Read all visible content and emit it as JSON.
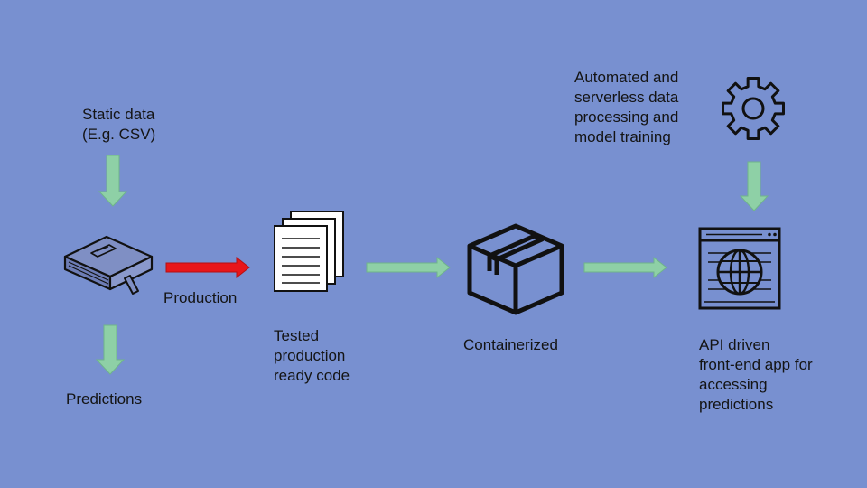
{
  "colors": {
    "background": "#7890d0",
    "flow_arrow": "#8ed0a6",
    "flow_arrow_stroke": "#6fb58a",
    "production_arrow": "#e8161a",
    "production_arrow_stroke": "#b50f12",
    "icon_stroke": "#111111",
    "text": "#141414"
  },
  "icons": {
    "notebook": "notebook-icon",
    "documents": "document-stack-icon",
    "container": "package-box-icon",
    "gear": "gear-icon",
    "web_app": "browser-globe-icon"
  },
  "labels": {
    "static_data": [
      "Static data",
      "(E.g. CSV)"
    ],
    "predictions": "Predictions",
    "production": "Production",
    "tested_code": [
      "Tested",
      "production",
      "ready code"
    ],
    "containerized": "Containerized",
    "automated": [
      "Automated and",
      "serverless data",
      "processing and",
      "model training"
    ],
    "api_app": [
      "API driven",
      "front-end app for",
      "accessing",
      "predictions"
    ]
  }
}
